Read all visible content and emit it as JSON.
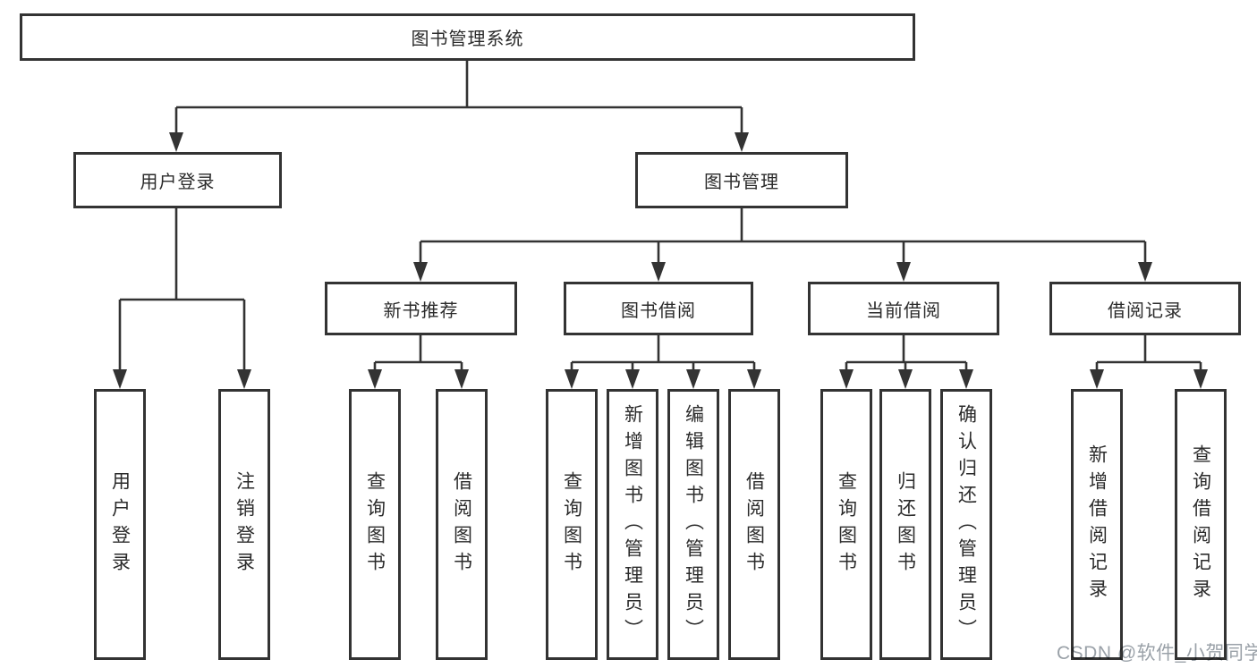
{
  "page": {
    "background": "#ffffff",
    "watermark": "CSDN @软件_小贺同学"
  },
  "colors": {
    "line": "#333333",
    "box_border": "#333333",
    "text": "#2b2b2b",
    "watermark": "#9aa1a8"
  },
  "nodes": {
    "root": "图书管理系统",
    "user_login": "用户登录",
    "book_manage": "图书管理",
    "new_book_recommend": "新书推荐",
    "book_borrow": "图书借阅",
    "current_borrow": "当前借阅",
    "borrow_records": "借阅记录",
    "leaf_user_login": "用户登录",
    "leaf_logout": "注销登录",
    "leaf_recommend_query_books": "查询图书",
    "leaf_recommend_borrow_books": "借阅图书",
    "leaf_borrow_query_books": "查询图书",
    "leaf_borrow_add_books": "新增图书（管理员）",
    "leaf_borrow_edit_books": "编辑图书（管理员）",
    "leaf_borrow_borrow_books": "借阅图书",
    "leaf_current_query_books": "查询图书",
    "leaf_current_return_books": "归还图书",
    "leaf_current_confirm_return": "确认归还（管理员）",
    "leaf_records_add_record": "新增借阅记录",
    "leaf_records_query_record": "查询借阅记录"
  },
  "hierarchy": [
    {
      "parent": "图书管理系统",
      "children": [
        "用户登录",
        "图书管理"
      ]
    },
    {
      "parent": "用户登录",
      "children": [
        "用户登录",
        "注销登录"
      ]
    },
    {
      "parent": "图书管理",
      "children": [
        "新书推荐",
        "图书借阅",
        "当前借阅",
        "借阅记录"
      ]
    },
    {
      "parent": "新书推荐",
      "children": [
        "查询图书",
        "借阅图书"
      ]
    },
    {
      "parent": "图书借阅",
      "children": [
        "查询图书",
        "新增图书（管理员）",
        "编辑图书（管理员）",
        "借阅图书"
      ]
    },
    {
      "parent": "当前借阅",
      "children": [
        "查询图书",
        "归还图书",
        "确认归还（管理员）"
      ]
    },
    {
      "parent": "借阅记录",
      "children": [
        "新增借阅记录",
        "查询借阅记录"
      ]
    }
  ]
}
